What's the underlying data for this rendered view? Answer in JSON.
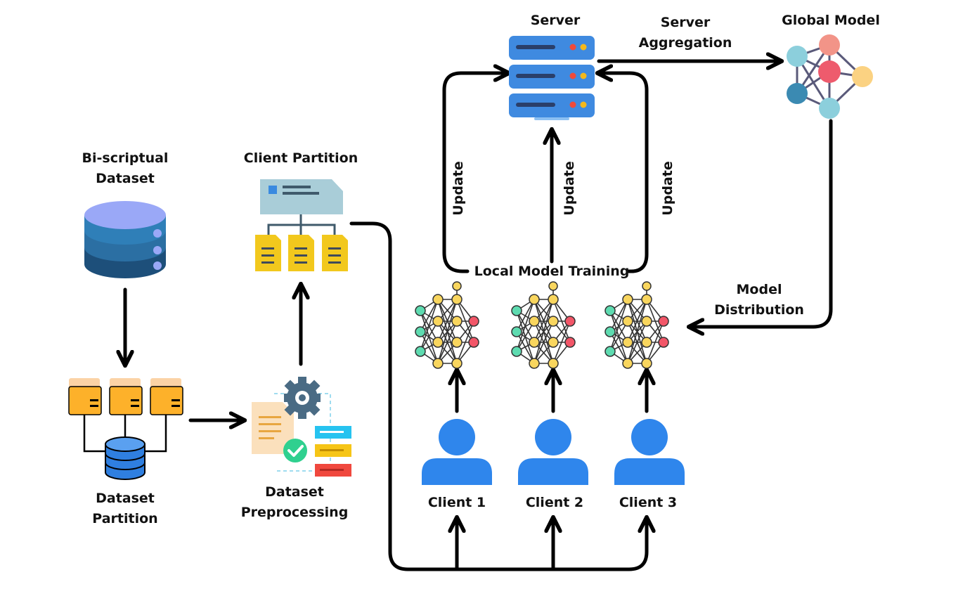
{
  "labels": {
    "server": "Server",
    "server_aggregation": "Server\nAggregation",
    "global_model": "Global Model",
    "bi_scriptual_dataset": "Bi-scriptual\nDataset",
    "client_partition": "Client Partition",
    "dataset_partition": "Dataset\nPartition",
    "dataset_preprocessing": "Dataset\nPreprocessing",
    "local_model_training": "Local Model Training",
    "model_distribution": "Model\nDistribution",
    "update_left": "Update",
    "update_middle": "Update",
    "update_right": "Update",
    "client_1": "Client 1",
    "client_2": "Client 2",
    "client_3": "Client 3"
  },
  "colors": {
    "arrow": "#000000",
    "server_blue": "#3f8ae0",
    "server_light": "#8cc0f2",
    "led_red": "#f04a3a",
    "led_yellow": "#f5b81c",
    "db_light": "#9aa8f7",
    "db_mid": "#2f7fb8",
    "db_dark": "#1d4f7a",
    "folder": "#fdb12a",
    "folder_tab": "#fbd3a6",
    "doc_yellow": "#f2c81d",
    "client_blue": "#2f86ec",
    "nn_green": "#5edbb0",
    "nn_yellow": "#f9d65e",
    "nn_red": "#f25668",
    "gm_teal": "#8ccfdc",
    "gm_salmon": "#f29488",
    "gm_red": "#ee5b6d",
    "gm_yellow": "#fbd282",
    "gm_blue": "#3b8ab2"
  }
}
